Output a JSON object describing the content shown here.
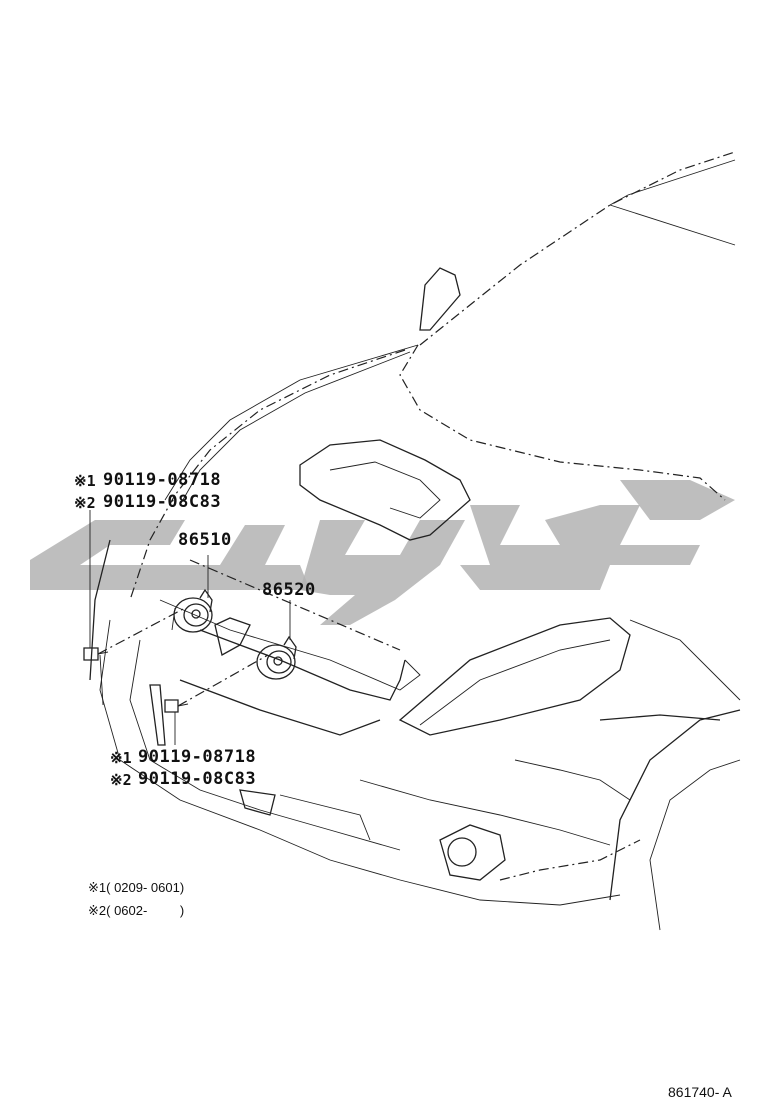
{
  "labels": {
    "top_ref1_mark": "※1",
    "top_ref1_part": "90119-08718",
    "top_ref2_mark": "※2",
    "top_ref2_part": "90119-08C83",
    "horn_high": "86510",
    "horn_low": "86520",
    "bottom_ref1_mark": "※1",
    "bottom_ref1_part": "90119-08718",
    "bottom_ref2_mark": "※2",
    "bottom_ref2_part": "90119-08C83",
    "note1": "※1( 0209- 0601)",
    "note2": "※2( 0602-         )",
    "diagram_code": "861740- A"
  },
  "colors": {
    "line": "#222222",
    "watermark": "#b3b3b3",
    "background": "#ffffff"
  }
}
